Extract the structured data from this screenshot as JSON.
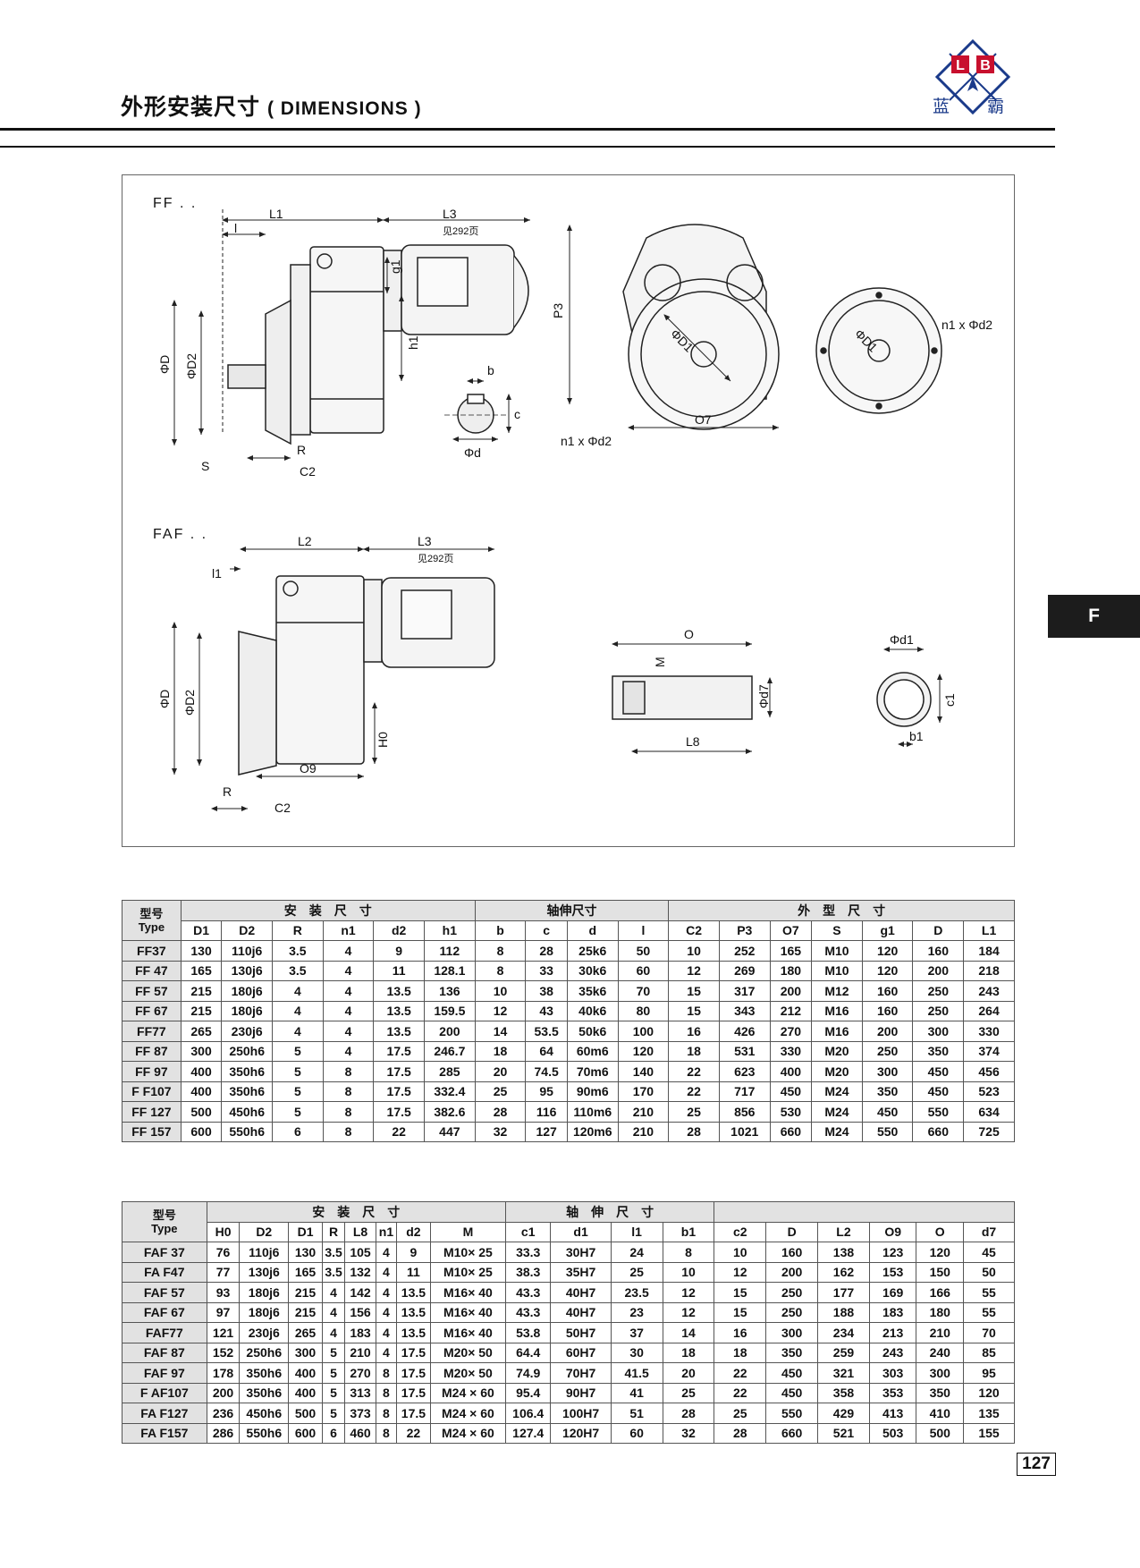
{
  "header": {
    "title_cn": "外形安装尺寸",
    "title_en": "( DIMENSIONS )",
    "brand_cn_a": "蓝",
    "brand_cn_b": "霸",
    "logo_letters": [
      "L",
      "B"
    ]
  },
  "side_tab": "F",
  "drawing": {
    "ff_label": "FF . .",
    "faf_label": "FAF . .",
    "ref_note": "见292页",
    "labels": {
      "L1": "L1",
      "L2": "L2",
      "L3": "L3",
      "l": "l",
      "l1": "l1",
      "g1": "g1",
      "h1": "h1",
      "H0": "H0",
      "D": "ΦD",
      "D2": "ΦD2",
      "D1": "ΦD1",
      "S": "S",
      "R": "R",
      "C2": "C2",
      "b": "b",
      "c": "c",
      "d": "Φd",
      "P3": "P3",
      "O7": "O7",
      "O9": "O9",
      "n1d2": "n1 x Φd2",
      "n1d2b": "n1 x Φd2",
      "O": "O",
      "M": "M",
      "d7": "Φd7",
      "L8": "L8",
      "d1": "Φd1",
      "c1": "c1",
      "b1": "b1"
    }
  },
  "table_ff": {
    "type_cn": "型号",
    "type_en": "Type",
    "groups": [
      "安　装　尺　寸",
      "轴伸尺寸",
      "外　型　尺　寸"
    ],
    "columns": [
      "D1",
      "D2",
      "R",
      "n1",
      "d2",
      "h1",
      "b",
      "c",
      "d",
      "l",
      "C2",
      "P3",
      "O7",
      "S",
      "g1",
      "D",
      "L1"
    ],
    "rows": [
      [
        "FF37",
        "130",
        "110j6",
        "3.5",
        "4",
        "9",
        "112",
        "8",
        "28",
        "25k6",
        "50",
        "10",
        "252",
        "165",
        "M10",
        "120",
        "160",
        "184"
      ],
      [
        "FF 47",
        "165",
        "130j6",
        "3.5",
        "4",
        "11",
        "128.1",
        "8",
        "33",
        "30k6",
        "60",
        "12",
        "269",
        "180",
        "M10",
        "120",
        "200",
        "218"
      ],
      [
        "FF 57",
        "215",
        "180j6",
        "4",
        "4",
        "13.5",
        "136",
        "10",
        "38",
        "35k6",
        "70",
        "15",
        "317",
        "200",
        "M12",
        "160",
        "250",
        "243"
      ],
      [
        "FF 67",
        "215",
        "180j6",
        "4",
        "4",
        "13.5",
        "159.5",
        "12",
        "43",
        "40k6",
        "80",
        "15",
        "343",
        "212",
        "M16",
        "160",
        "250",
        "264"
      ],
      [
        "FF77",
        "265",
        "230j6",
        "4",
        "4",
        "13.5",
        "200",
        "14",
        "53.5",
        "50k6",
        "100",
        "16",
        "426",
        "270",
        "M16",
        "200",
        "300",
        "330"
      ],
      [
        "FF 87",
        "300",
        "250h6",
        "5",
        "4",
        "17.5",
        "246.7",
        "18",
        "64",
        "60m6",
        "120",
        "18",
        "531",
        "330",
        "M20",
        "250",
        "350",
        "374"
      ],
      [
        "FF 97",
        "400",
        "350h6",
        "5",
        "8",
        "17.5",
        "285",
        "20",
        "74.5",
        "70m6",
        "140",
        "22",
        "623",
        "400",
        "M20",
        "300",
        "450",
        "456"
      ],
      [
        "F F107",
        "400",
        "350h6",
        "5",
        "8",
        "17.5",
        "332.4",
        "25",
        "95",
        "90m6",
        "170",
        "22",
        "717",
        "450",
        "M24",
        "350",
        "450",
        "523"
      ],
      [
        "FF 127",
        "500",
        "450h6",
        "5",
        "8",
        "17.5",
        "382.6",
        "28",
        "116",
        "110m6",
        "210",
        "25",
        "856",
        "530",
        "M24",
        "450",
        "550",
        "634"
      ],
      [
        "FF 157",
        "600",
        "550h6",
        "6",
        "8",
        "22",
        "447",
        "32",
        "127",
        "120m6",
        "210",
        "28",
        "1021",
        "660",
        "M24",
        "550",
        "660",
        "725"
      ]
    ]
  },
  "table_faf": {
    "type_cn": "型号",
    "type_en": "Type",
    "groups": [
      "安　装　尺　寸",
      "轴　伸　尺　寸",
      ""
    ],
    "columns": [
      "H0",
      "D2",
      "D1",
      "R",
      "L8",
      "n1",
      "d2",
      "M",
      "c1",
      "d1",
      "l1",
      "b1",
      "c2",
      "D",
      "L2",
      "O9",
      "O",
      "d7"
    ],
    "rows": [
      [
        "FAF 37",
        "76",
        "110j6",
        "130",
        "3.5",
        "105",
        "4",
        "9",
        "M10× 25",
        "33.3",
        "30H7",
        "24",
        "8",
        "10",
        "160",
        "138",
        "123",
        "120",
        "45"
      ],
      [
        "FA F47",
        "77",
        "130j6",
        "165",
        "3.5",
        "132",
        "4",
        "11",
        "M10× 25",
        "38.3",
        "35H7",
        "25",
        "10",
        "12",
        "200",
        "162",
        "153",
        "150",
        "50"
      ],
      [
        "FAF 57",
        "93",
        "180j6",
        "215",
        "4",
        "142",
        "4",
        "13.5",
        "M16× 40",
        "43.3",
        "40H7",
        "23.5",
        "12",
        "15",
        "250",
        "177",
        "169",
        "166",
        "55"
      ],
      [
        "FAF 67",
        "97",
        "180j6",
        "215",
        "4",
        "156",
        "4",
        "13.5",
        "M16× 40",
        "43.3",
        "40H7",
        "23",
        "12",
        "15",
        "250",
        "188",
        "183",
        "180",
        "55"
      ],
      [
        "FAF77",
        "121",
        "230j6",
        "265",
        "4",
        "183",
        "4",
        "13.5",
        "M16× 40",
        "53.8",
        "50H7",
        "37",
        "14",
        "16",
        "300",
        "234",
        "213",
        "210",
        "70"
      ],
      [
        "FAF 87",
        "152",
        "250h6",
        "300",
        "5",
        "210",
        "4",
        "17.5",
        "M20× 50",
        "64.4",
        "60H7",
        "30",
        "18",
        "18",
        "350",
        "259",
        "243",
        "240",
        "85"
      ],
      [
        "FAF 97",
        "178",
        "350h6",
        "400",
        "5",
        "270",
        "8",
        "17.5",
        "M20× 50",
        "74.9",
        "70H7",
        "41.5",
        "20",
        "22",
        "450",
        "321",
        "303",
        "300",
        "95"
      ],
      [
        "F AF107",
        "200",
        "350h6",
        "400",
        "5",
        "313",
        "8",
        "17.5",
        "M24 × 60",
        "95.4",
        "90H7",
        "41",
        "25",
        "22",
        "450",
        "358",
        "353",
        "350",
        "120"
      ],
      [
        "FA F127",
        "236",
        "450h6",
        "500",
        "5",
        "373",
        "8",
        "17.5",
        "M24 × 60",
        "106.4",
        "100H7",
        "51",
        "28",
        "25",
        "550",
        "429",
        "413",
        "410",
        "135"
      ],
      [
        "FA F157",
        "286",
        "550h6",
        "600",
        "6",
        "460",
        "8",
        "22",
        "M24 × 60",
        "127.4",
        "120H7",
        "60",
        "32",
        "28",
        "660",
        "521",
        "503",
        "500",
        "155"
      ]
    ]
  },
  "page_number": "127"
}
